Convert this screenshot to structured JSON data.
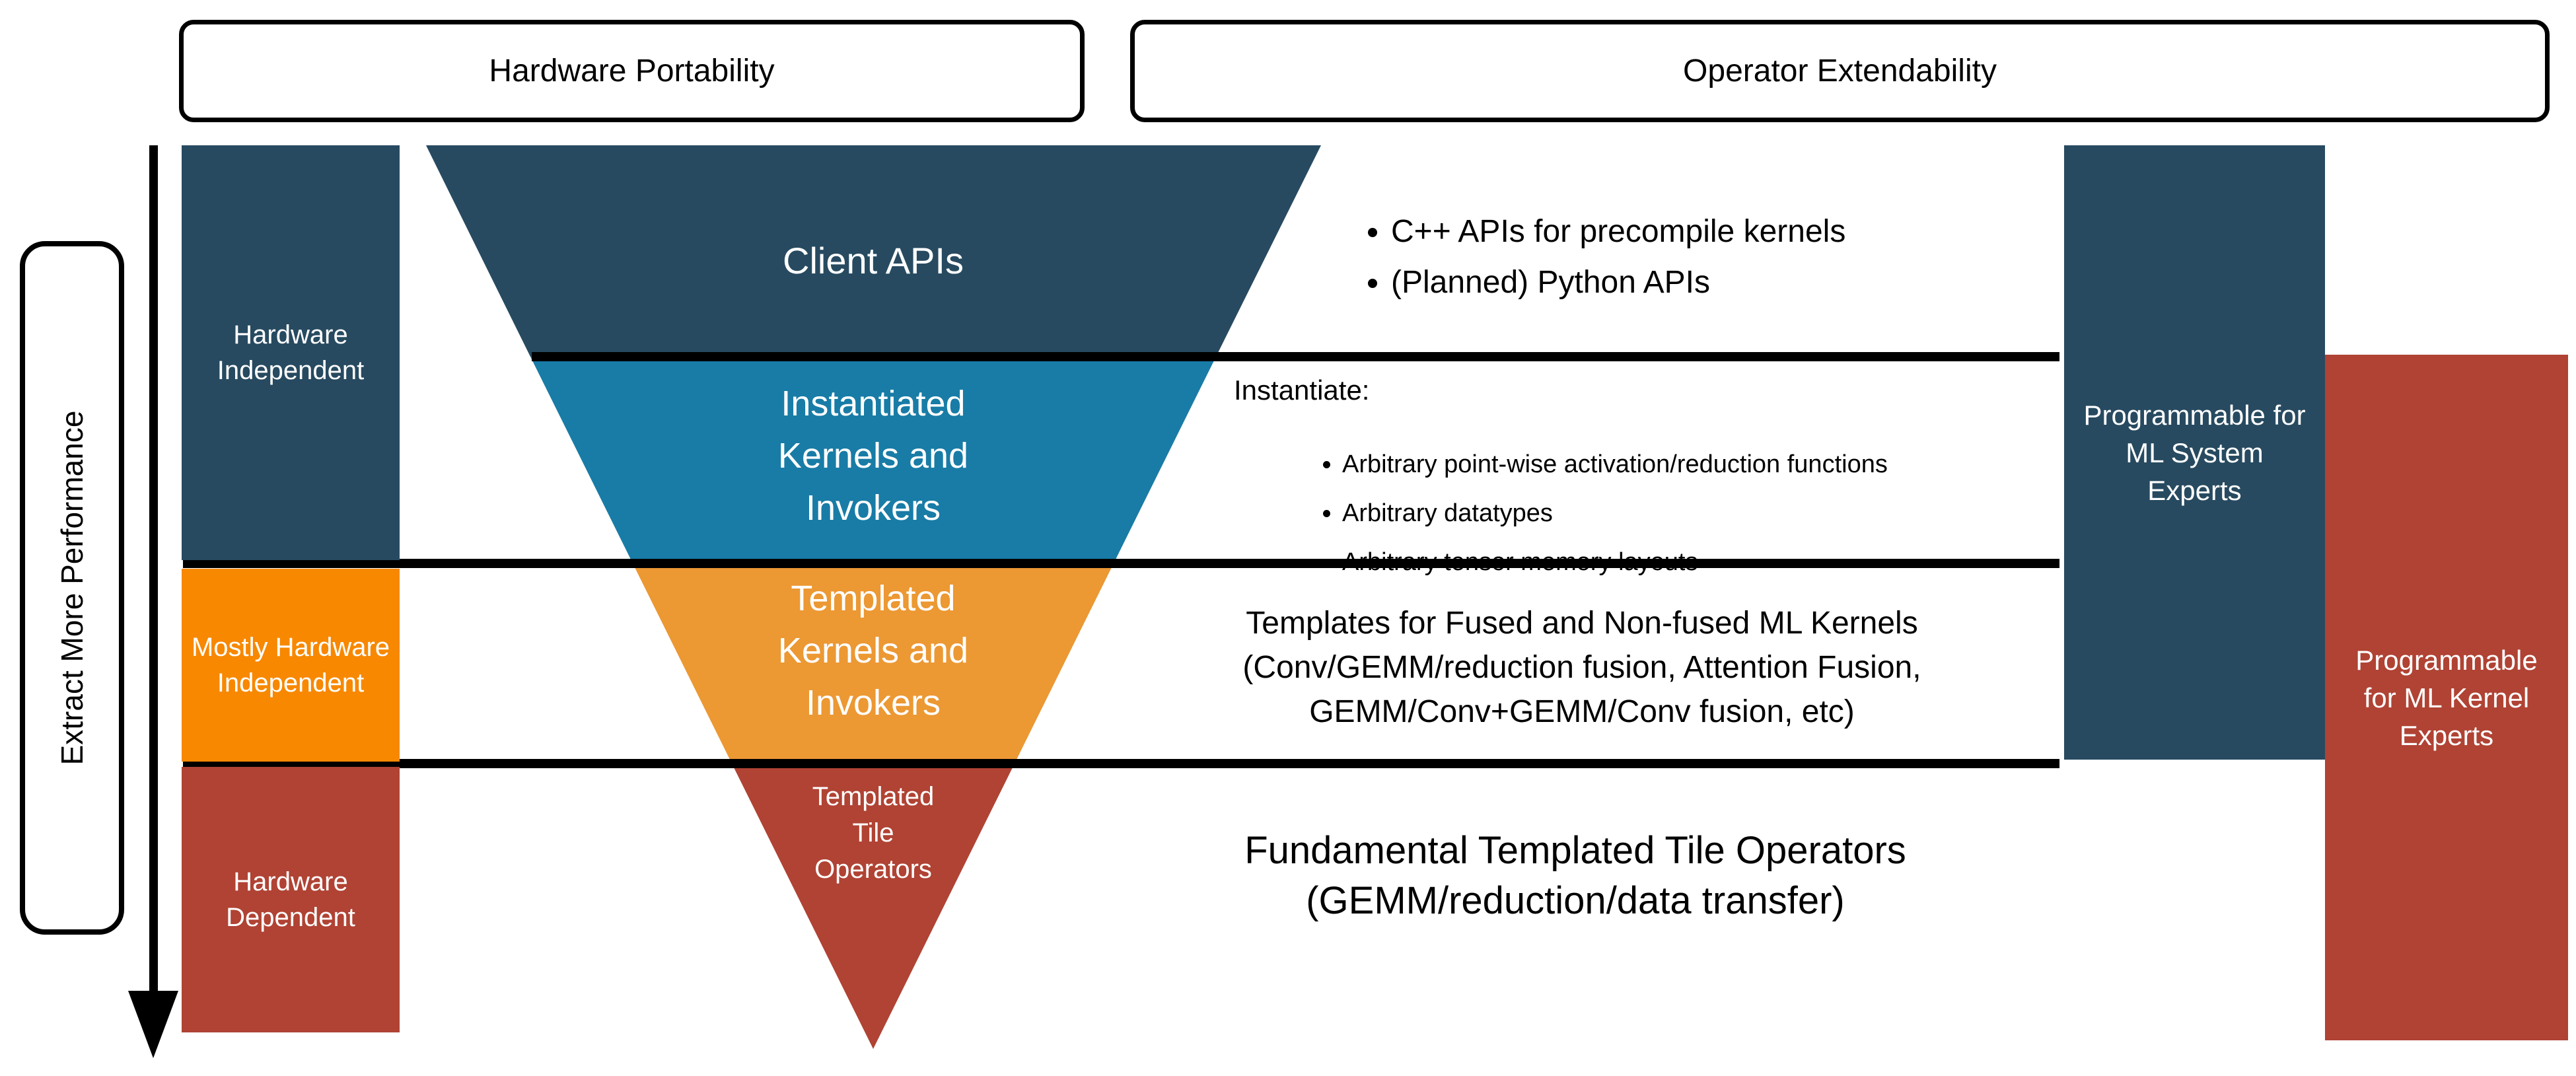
{
  "banners": {
    "hardware_portability": "Hardware Portability",
    "operator_extendability": "Operator Extendability"
  },
  "performance_axis": {
    "label": "Extract More Performance"
  },
  "left_column": [
    {
      "label": "Hardware Independent",
      "color": "#274A60"
    },
    {
      "label": "Mostly Hardware Independent",
      "color": "#F78800"
    },
    {
      "label": "Hardware Dependent",
      "color": "#B04334"
    }
  ],
  "funnel": {
    "layers": [
      {
        "label": "Client APIs",
        "color": "#274A60"
      },
      {
        "lines": [
          "Instantiated",
          "Kernels and",
          "Invokers"
        ],
        "color": "#187CA6"
      },
      {
        "lines": [
          "Templated",
          "Kernels and",
          "Invokers"
        ],
        "color": "#EC9833"
      },
      {
        "lines": [
          "Templated",
          "Tile",
          "Operators"
        ],
        "color": "#B04334"
      }
    ]
  },
  "annotations": {
    "client_bullets": [
      "C++ APIs for precompile kernels",
      "(Planned) Python APIs"
    ],
    "instantiate_heading": "Instantiate:",
    "instantiate_bullets": [
      "Arbitrary point-wise activation/reduction functions",
      "Arbitrary datatypes",
      "Arbitrary tensor memory layouts"
    ],
    "templates_lines": [
      "Templates for Fused and Non-fused ML Kernels",
      "(Conv/GEMM/reduction fusion, Attention Fusion,",
      "GEMM/Conv+GEMM/Conv fusion, etc)"
    ],
    "fundamental_lines": [
      "Fundamental Templated Tile Operators",
      "(GEMM/reduction/data transfer)"
    ]
  },
  "right_column": [
    {
      "label": "Programmable for ML System Experts",
      "color": "#274A60"
    },
    {
      "label": "Programmable for ML Kernel Experts",
      "color": "#B04334"
    }
  ],
  "colors": {
    "navy": "#274A60",
    "teal": "#187CA6",
    "funnel_orange": "#EC9833",
    "bright_orange": "#F78800",
    "red": "#B04334",
    "line_black": "#000000",
    "background": "#FFFFFF"
  }
}
